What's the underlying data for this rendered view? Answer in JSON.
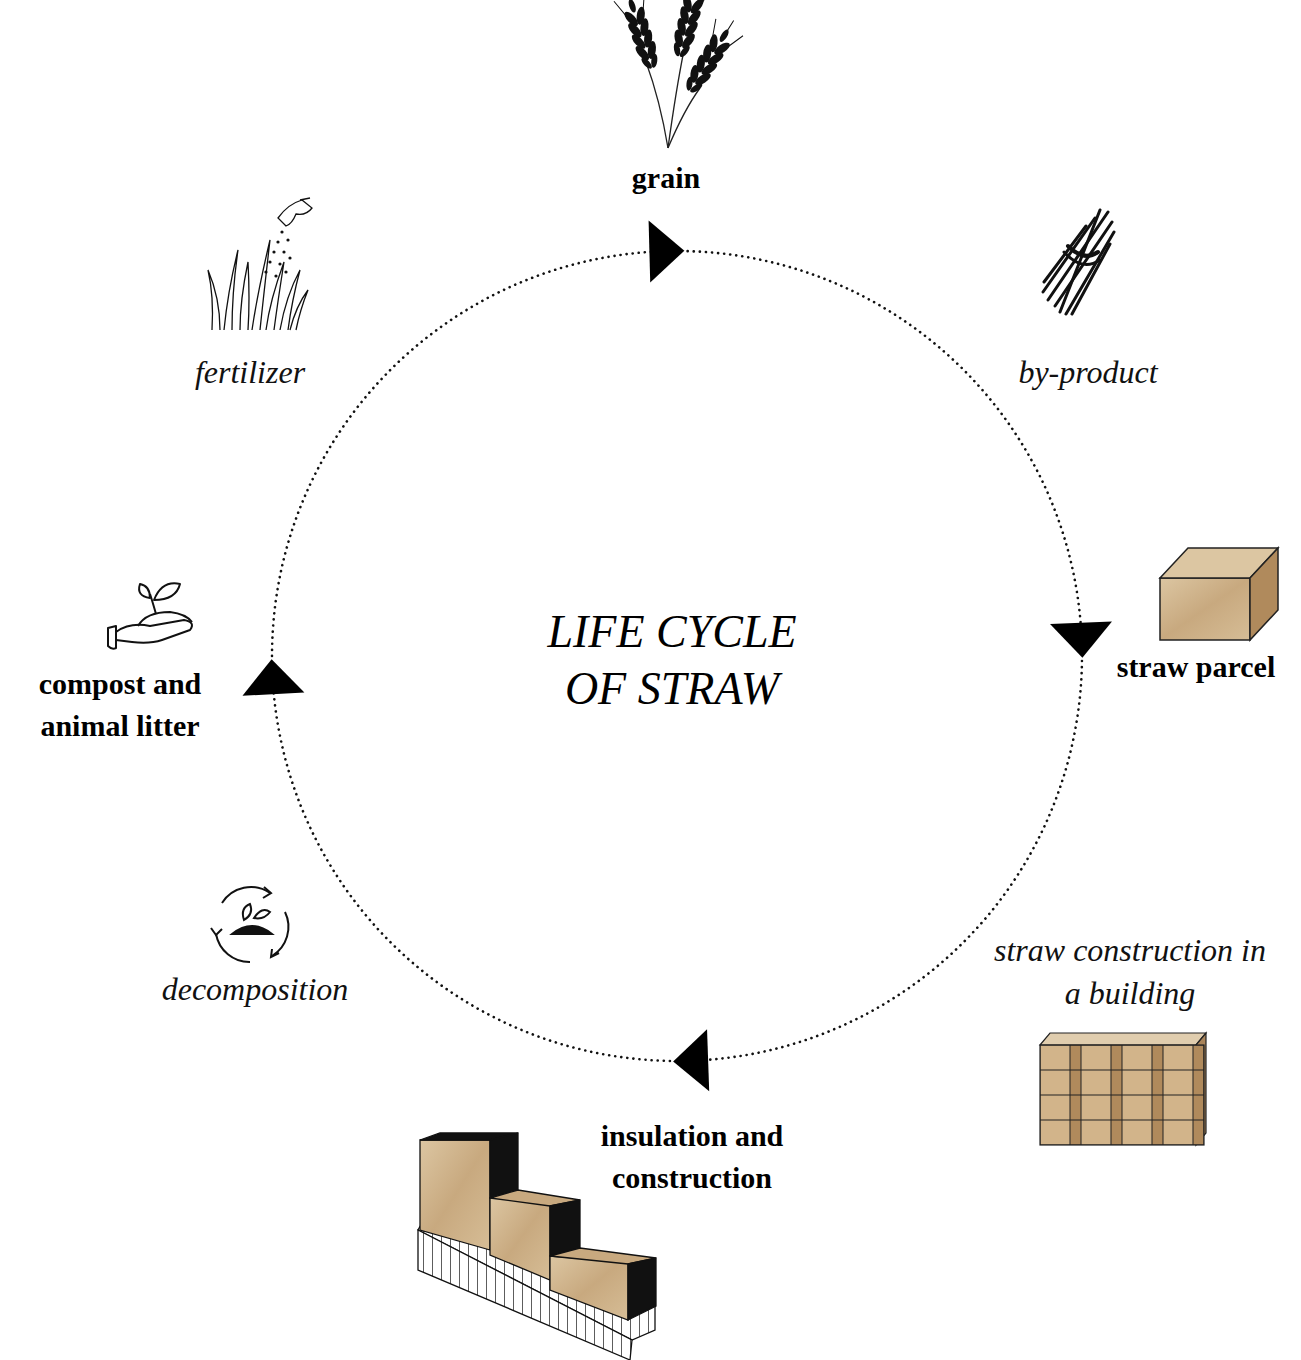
{
  "diagram": {
    "title": "LIFE CYCLE OF STRAW",
    "nodes": [
      {
        "text": [
          "grain"
        ]
      },
      {
        "text": [
          "straw parcel"
        ]
      },
      {
        "text": [
          "insulation and construction"
        ]
      },
      {
        "text": [
          "compost and animal litter"
        ]
      }
    ],
    "edges": [
      {
        "from": 0,
        "to": 1,
        "arrow": "to",
        "label": "by-product"
      },
      {
        "from": 1,
        "to": 2,
        "arrow": "to",
        "label": "straw construction in a building"
      },
      {
        "from": 2,
        "to": 3,
        "arrow": "to",
        "label": "decomposition"
      },
      {
        "from": 3,
        "to": 0,
        "arrow": "to",
        "label": "fertilizer"
      }
    ]
  }
}
